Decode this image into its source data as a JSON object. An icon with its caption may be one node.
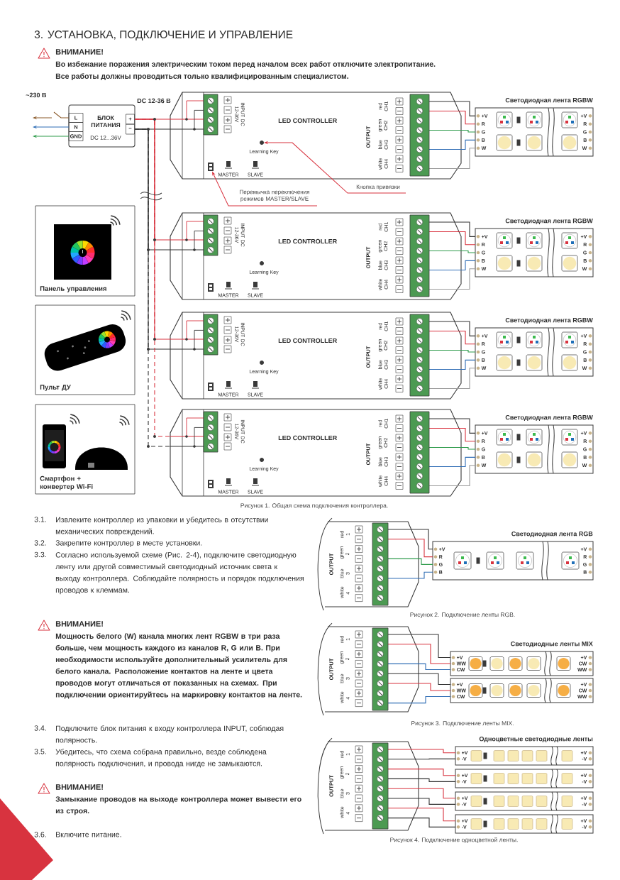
{
  "diagram": {
    "title": "3. УСТАНОВКА, ПОДКЛЮЧЕНИЕ И УПРАВЛЕНИЕ",
    "caption": "Рисунок 1. Общая схема подключения контроллера.",
    "nodes": [
      {
        "text": [
          "L",
          "N",
          "GND",
          "БЛОК ПИТАНИЯ",
          "DC 12...36V",
          "+",
          "−"
        ]
      },
      {
        "text": [
          "INPUT DC 12-36V",
          "LED CONTROLLER",
          "Learning Key",
          "MASTER",
          "SLAVE",
          "OUTPUT",
          "red CH1",
          "green CH2",
          "blue CH3",
          "white CH4"
        ]
      },
      {
        "text": [
          "INPUT DC 12-36V",
          "LED CONTROLLER",
          "Learning Key",
          "MASTER",
          "SLAVE",
          "OUTPUT",
          "red CH1",
          "green CH2",
          "blue CH3",
          "white CH4"
        ]
      },
      {
        "text": [
          "INPUT DC 12-36V",
          "LED CONTROLLER",
          "Learning Key",
          "MASTER",
          "SLAVE",
          "OUTPUT",
          "red CH1",
          "green CH2",
          "blue CH3",
          "white CH4"
        ]
      },
      {
        "text": [
          "INPUT DC 12-36V",
          "LED CONTROLLER",
          "Learning Key",
          "MASTER",
          "SLAVE",
          "OUTPUT",
          "red CH1",
          "green CH2",
          "blue CH3",
          "white CH4"
        ]
      },
      {
        "text": [],
        "shape": "box",
        "in": 1
      },
      {
        "text": [],
        "shape": "circle",
        "in": 1
      },
      {
        "text": [
          "+V",
          "R",
          "G",
          "B",
          "W",
          "+V",
          "R",
          "G",
          "B",
          "W"
        ],
        "beside": [
          "Светодиодная лента RGBW"
        ]
      },
      {
        "text": [
          "+V",
          "R",
          "G",
          "B",
          "W",
          "+V",
          "R",
          "G",
          "B",
          "W"
        ],
        "beside": [
          "Светодиодная лента RGBW"
        ]
      },
      {
        "text": [
          "+V",
          "R",
          "G",
          "B",
          "W",
          "+V",
          "R",
          "G",
          "B",
          "W"
        ],
        "beside": [
          "Светодиодная лента RGBW"
        ]
      },
      {
        "text": [
          "+V",
          "R",
          "G",
          "B",
          "W",
          "+V",
          "R",
          "G",
          "B",
          "W"
        ],
        "beside": [
          "Светодиодная лента RGBW"
        ]
      },
      {
        "text": [
          "Панель управления"
        ]
      },
      {
        "text": [
          "Пульт ДУ"
        ]
      },
      {
        "text": [
          "Смартфон + конвертер Wi-Fi"
        ]
      },
      {
        "text": [
          "Перемычка переключения режимов MASTER/SLAVE"
        ]
      },
      {
        "text": [
          "Кнопка привязки"
        ]
      },
      {
        "text": [
          "OUTPUT",
          "red 1",
          "green 2",
          "blue 3",
          "white 4"
        ]
      },
      {
        "text": [
          "+V",
          "R",
          "G",
          "B",
          "+V",
          "R",
          "G",
          "B"
        ],
        "beside": [
          "Светодиодная лента RGB"
        ]
      },
      {
        "text": [
          "OUTPUT",
          "red 1",
          "green 2",
          "blue 3",
          "white 4"
        ]
      },
      {
        "text": [
          "+V",
          "WW",
          "CW",
          "+V",
          "CW",
          "WW"
        ],
        "beside": [
          "Светодиодные ленты MIX"
        ]
      },
      {
        "text": [
          "+V",
          "WW",
          "CW",
          "+V",
          "CW",
          "WW"
        ]
      },
      {
        "text": [
          "OUTPUT",
          "red 1",
          "green 2",
          "blue 3",
          "white 4"
        ]
      },
      {
        "text": [
          "+V",
          "-V",
          "+V",
          "-V"
        ],
        "beside": [
          "Одноцветные светодиодные ленты"
        ]
      },
      {
        "text": [
          "+V",
          "-V",
          "+V",
          "-V"
        ]
      },
      {
        "text": [
          "+V",
          "-V",
          "+V",
          "-V"
        ]
      },
      {
        "text": [
          "+V",
          "-V",
          "+V",
          "-V"
        ]
      }
    ],
    "edges": [
      {
        "from": 0,
        "to": null,
        "arrow": "to",
        "color": "#8b5a2b"
      },
      {
        "from": 0,
        "to": null,
        "arrow": "to",
        "color": "#2f6db5"
      },
      {
        "from": 0,
        "to": null,
        "arrow": "to",
        "color": "#2e9b4b"
      },
      {
        "from": 0,
        "to": 1,
        "arrow": "none",
        "color": "#d8333f"
      },
      {
        "from": 0,
        "to": 1,
        "arrow": "none",
        "color": "#333333"
      },
      {
        "from": 0,
        "to": 2,
        "arrow": "none",
        "color": "#d8333f"
      },
      {
        "from": 0,
        "to": 2,
        "arrow": "none",
        "color": "#333333"
      },
      {
        "from": 0,
        "to": 3,
        "arrow": "none",
        "color": "#d8333f"
      },
      {
        "from": 0,
        "to": 3,
        "arrow": "none",
        "color": "#333333"
      },
      {
        "from": 0,
        "to": 4,
        "arrow": "none",
        "color": "#d8333f",
        "style": "dashed"
      },
      {
        "from": 0,
        "to": 4,
        "arrow": "none",
        "color": "#333333",
        "style": "dashed"
      },
      {
        "from": 1,
        "to": 7,
        "arrow": "none",
        "color": "#333333"
      },
      {
        "from": 1,
        "to": 7,
        "arrow": "none",
        "color": "#d8333f"
      },
      {
        "from": 1,
        "to": 7,
        "arrow": "none",
        "color": "#2e9b4b"
      },
      {
        "from": 1,
        "to": 7,
        "arrow": "none",
        "color": "#2f6db5"
      },
      {
        "from": 1,
        "to": 7,
        "arrow": "none",
        "color": "#9a9a9a"
      },
      {
        "from": 2,
        "to": 8,
        "arrow": "none",
        "color": "#333333"
      },
      {
        "from": 2,
        "to": 8,
        "arrow": "none",
        "color": "#d8333f"
      },
      {
        "from": 2,
        "to": 8,
        "arrow": "none",
        "color": "#2e9b4b"
      },
      {
        "from": 2,
        "to": 8,
        "arrow": "none",
        "color": "#2f6db5"
      },
      {
        "from": 2,
        "to": 8,
        "arrow": "none",
        "color": "#9a9a9a"
      },
      {
        "from": 3,
        "to": 9,
        "arrow": "none",
        "color": "#333333"
      },
      {
        "from": 3,
        "to": 9,
        "arrow": "none",
        "color": "#d8333f"
      },
      {
        "from": 3,
        "to": 9,
        "arrow": "none",
        "color": "#2e9b4b"
      },
      {
        "from": 3,
        "to": 9,
        "arrow": "none",
        "color": "#2f6db5"
      },
      {
        "from": 3,
        "to": 9,
        "arrow": "none",
        "color": "#9a9a9a"
      },
      {
        "from": 4,
        "to": 10,
        "arrow": "none",
        "color": "#333333"
      },
      {
        "from": 4,
        "to": 10,
        "arrow": "none",
        "color": "#d8333f"
      },
      {
        "from": 4,
        "to": 10,
        "arrow": "none",
        "color": "#2e9b4b"
      },
      {
        "from": 4,
        "to": 10,
        "arrow": "none",
        "color": "#2f6db5"
      },
      {
        "from": 4,
        "to": 10,
        "arrow": "none",
        "color": "#9a9a9a"
      },
      {
        "from": 14,
        "to": 5,
        "arrow": "to",
        "color": "#d8333f"
      },
      {
        "from": 15,
        "to": 6,
        "arrow": "to",
        "color": "#d8333f"
      },
      {
        "from": 16,
        "to": 17,
        "arrow": "none",
        "color": "#333333"
      },
      {
        "from": 16,
        "to": 17,
        "arrow": "none",
        "color": "#d8333f"
      },
      {
        "from": 16,
        "to": 17,
        "arrow": "none",
        "color": "#2e9b4b"
      },
      {
        "from": 16,
        "to": 17,
        "arrow": "none",
        "color": "#2f6db5"
      },
      {
        "from": 18,
        "to": 19,
        "arrow": "none",
        "color": "#333333"
      },
      {
        "from": 18,
        "to": 19,
        "arrow": "none",
        "color": "#d8333f"
      },
      {
        "from": 18,
        "to": 19,
        "arrow": "none",
        "color": "#2f6db5"
      },
      {
        "from": 18,
        "to": 20,
        "arrow": "none",
        "color": "#333333"
      },
      {
        "from": 18,
        "to": 20,
        "arrow": "none",
        "color": "#d8333f"
      },
      {
        "from": 18,
        "to": 20,
        "arrow": "none",
        "color": "#2f6db5"
      },
      {
        "from": 21,
        "to": 22,
        "arrow": "none",
        "color": "#d8333f"
      },
      {
        "from": 21,
        "to": 22,
        "arrow": "none",
        "color": "#333333"
      },
      {
        "from": 21,
        "to": 23,
        "arrow": "none",
        "color": "#d8333f"
      },
      {
        "from": 21,
        "to": 23,
        "arrow": "none",
        "color": "#333333"
      },
      {
        "from": 21,
        "to": 24,
        "arrow": "none",
        "color": "#d8333f"
      },
      {
        "from": 21,
        "to": 24,
        "arrow": "none",
        "color": "#333333"
      },
      {
        "from": 21,
        "to": 25,
        "arrow": "none",
        "color": "#d8333f"
      },
      {
        "from": 21,
        "to": 25,
        "arrow": "none",
        "color": "#333333"
      }
    ],
    "labels": [
      "ВНИМАНИЕ!",
      "Во избежание поражения электрическим током перед началом всех работ отключите электропитание.",
      "Все работы должны проводиться только квалифицированным специалистом.",
      "~230 В",
      "DC 12-36 В",
      "3.1.",
      "Извлеките контроллер из упаковки и убедитесь в отсутствии механических повреждений.",
      "3.2.",
      "Закрепите контроллер в месте установки.",
      "3.3.",
      "Согласно используемой схеме (Рис. 2-4), подключите светодиодную ленту или другой совместимый светодиодный источник света к выходу контроллера. Соблюдайте полярность и порядок подключения проводов к клеммам.",
      "ВНИМАНИЕ!",
      "Мощность белого (W) канала многих лент RGBW в три раза больше, чем мощность каждого из каналов R, G или B. При необходимости используйте дополнительный усилитель для белого канала. Расположение контактов на ленте и цвета проводов могут отличаться от показанных на схемах. При подключении ориентируйтесь на маркировку контактов на ленте.",
      "3.4.",
      "Подключите блок питания к входу контроллера INPUT, соблюдая полярность.",
      "3.5.",
      "Убедитесь, что схема собрана правильно, везде соблюдена полярность подключения, и провода нигде не замыкаются.",
      "ВНИМАНИЕ!",
      "Замыкание проводов на выходе контроллера может вывести его из строя.",
      "3.6.",
      "Включите питание.",
      "Рисунок 2. Подключение ленты RGB.",
      "Рисунок 3. Подключение ленты MIX.",
      "Рисунок 4. Подключение одноцветной ленты."
    ]
  }
}
